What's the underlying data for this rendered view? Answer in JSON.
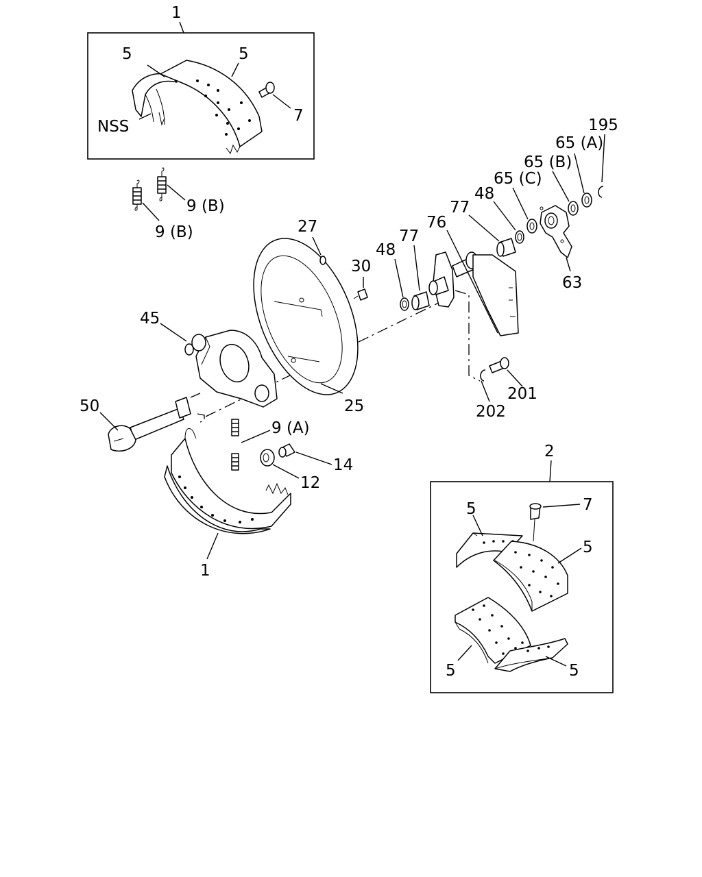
{
  "labels": {
    "kit_top_number": "1",
    "kit_top_lining_left": "5",
    "kit_top_lining_right": "5",
    "kit_top_nss": "NSS",
    "kit_top_rivet": "7",
    "spring_upper": "9 (B)",
    "spring_lower": "9 (B)",
    "anchor_pin_ring": "27",
    "fitting": "30",
    "spider": "45",
    "camshaft": "50",
    "dust_shield": "25",
    "spring_a": "9 (A)",
    "roller_pin": "14",
    "roller": "12",
    "lower_shoe": "1",
    "washer_48_left": "48",
    "bushing_77_left": "77",
    "bracket": "76",
    "bushing_77_right": "77",
    "washer_48_right": "48",
    "washer_65c": "65 (C)",
    "washer_65b": "65 (B)",
    "washer_65a": "65 (A)",
    "snap_ring": "195",
    "slack_adjuster": "63",
    "bolt": "201",
    "clip": "202",
    "kit_bottom_number": "2",
    "kit_bottom_lining_top_left": "5",
    "kit_bottom_rivet": "7",
    "kit_bottom_lining_right": "5",
    "kit_bottom_lining_bottom_left": "5",
    "kit_bottom_lining_bottom_right": "5"
  }
}
